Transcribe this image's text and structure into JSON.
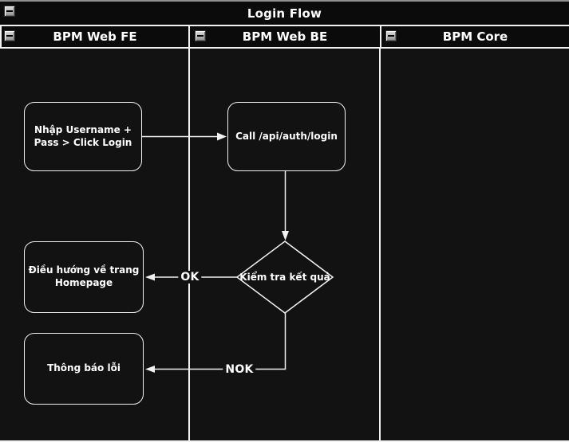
{
  "pool": {
    "title": "Login Flow"
  },
  "lanes": [
    {
      "label": "BPM Web FE"
    },
    {
      "label": "BPM Web BE"
    },
    {
      "label": "BPM Core"
    }
  ],
  "nodes": {
    "input_credentials": {
      "label": "Nhập Username + Pass > Click Login",
      "type": "rounded-rect"
    },
    "call_login_api": {
      "label": "Call /api/auth/login",
      "type": "rounded-rect"
    },
    "check_result": {
      "label": "Kiểm tra kết quả",
      "type": "decision-diamond"
    },
    "navigate_homepage": {
      "label": "Điều hướng về trang Homepage",
      "type": "rounded-rect"
    },
    "error_notification": {
      "label": "Thông báo lỗi",
      "type": "rounded-rect"
    }
  },
  "edges": {
    "ok_label": "OK",
    "nok_label": "NOK"
  },
  "colors": {
    "canvas_background": "#121212",
    "bar_background": "#0b0b0b",
    "line": "#f2f2f2",
    "text": "#ffffff",
    "top_strip": "#8f8f8f",
    "collapse_button": "#b5b5b5"
  }
}
